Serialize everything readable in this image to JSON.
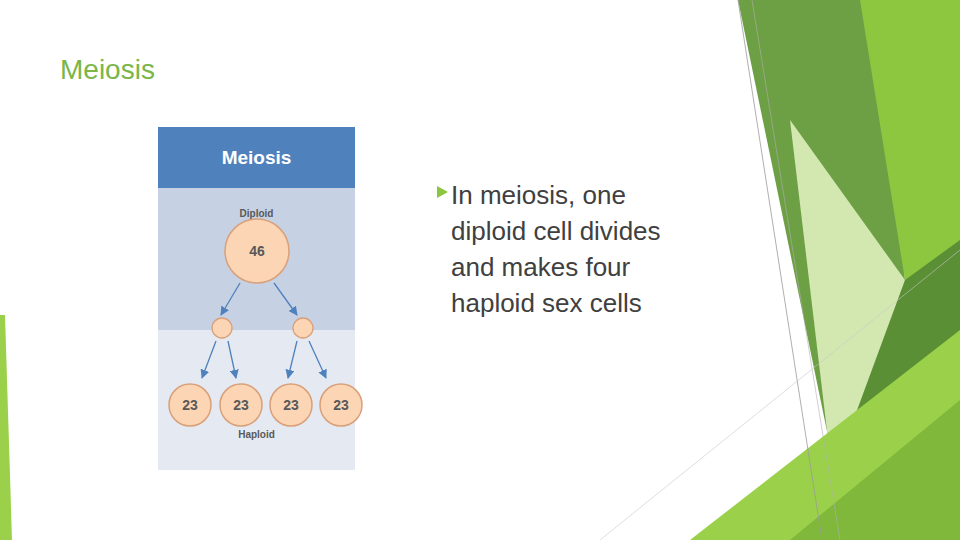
{
  "diagram": {
    "title": "Meiosis",
    "nodes": [
      {
        "text": [
          "Meiosis"
        ]
      },
      {
        "text": [
          "Diploid"
        ]
      },
      {
        "text": [
          "46"
        ],
        "in": 1
      },
      {
        "text": [
          "Haploid"
        ]
      },
      {
        "text": [
          "23"
        ],
        "in": 3
      },
      {
        "text": [
          "23"
        ],
        "in": 3
      },
      {
        "text": [
          "23"
        ],
        "in": 3
      },
      {
        "text": [
          "23"
        ],
        "in": 3
      }
    ],
    "labels": [
      "In meiosis, one diploid cell divides and makes four haploid sex cells"
    ]
  }
}
